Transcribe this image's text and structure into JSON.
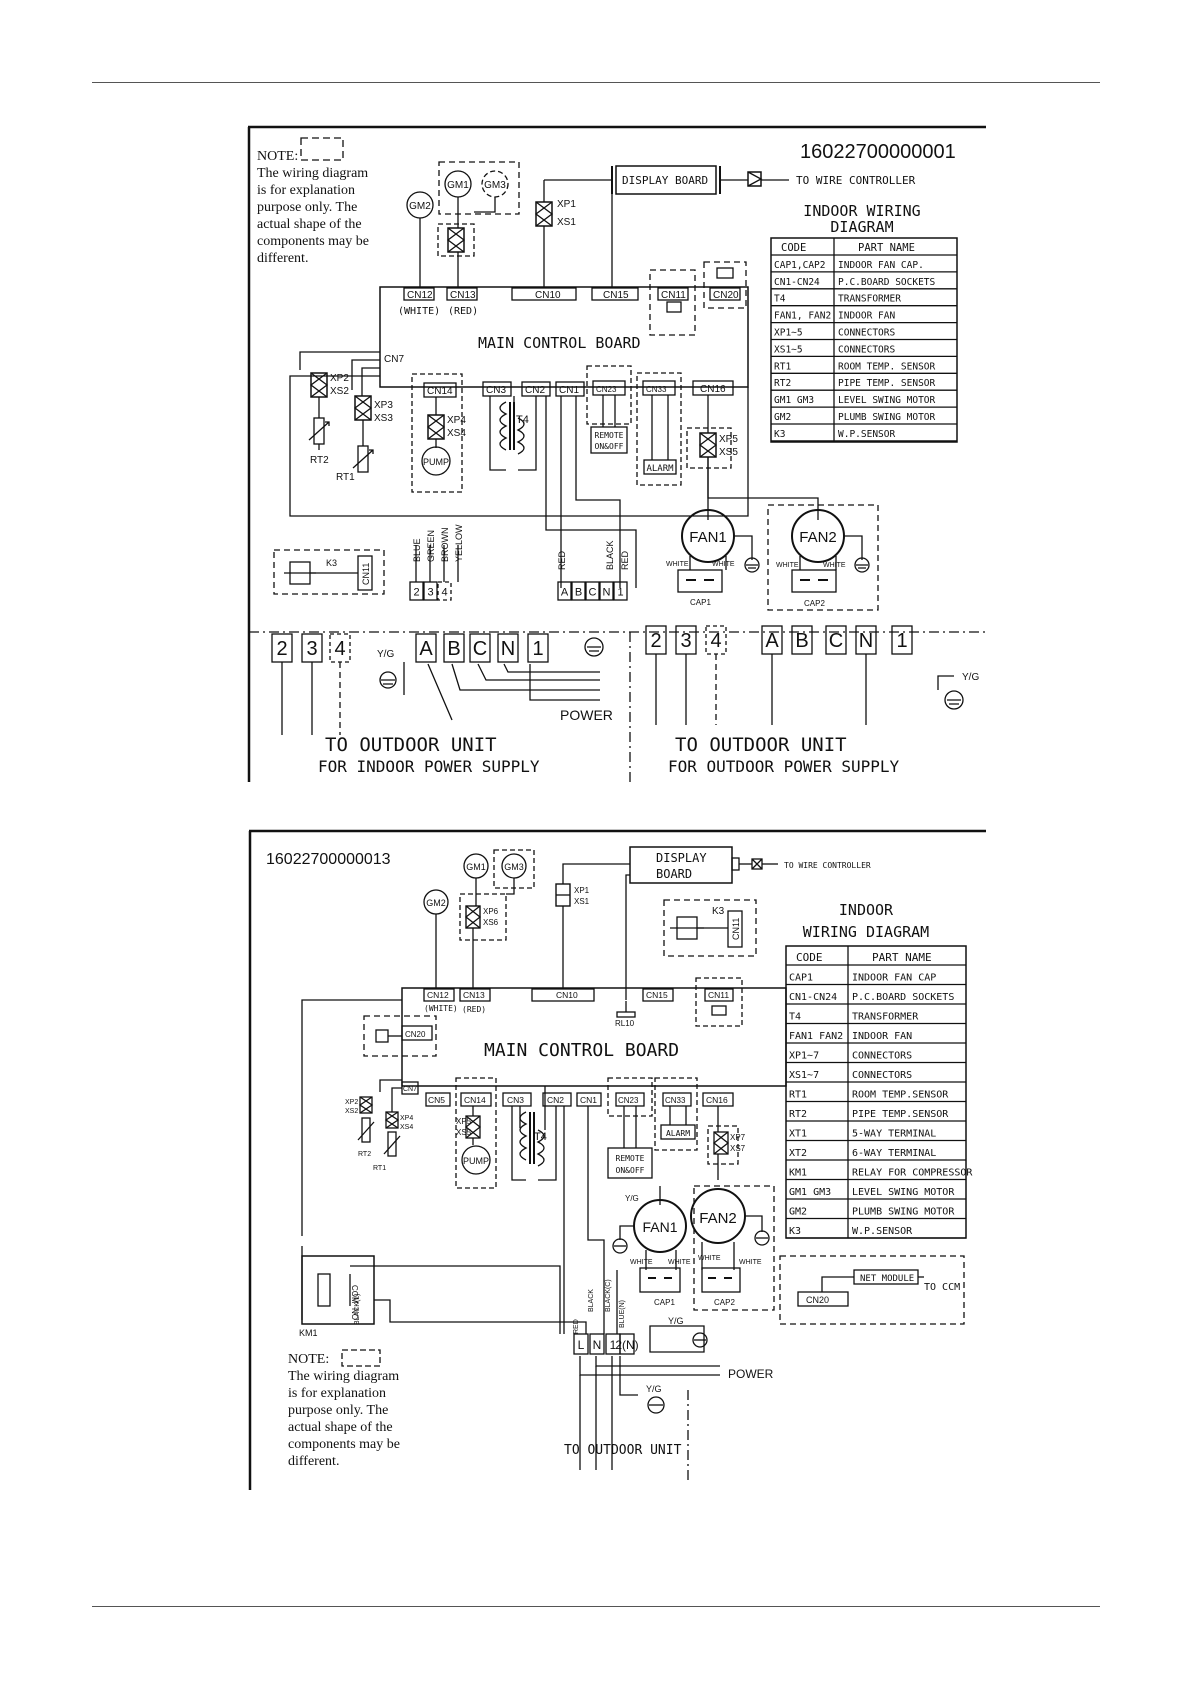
{
  "diagram1": {
    "serial": "16022700000001",
    "note": [
      "NOTE:",
      "The wiring diagram",
      "is for explanation",
      "purpose only. The",
      "actual shape of the",
      "components may be",
      "different."
    ],
    "title": [
      "INDOOR WIRING",
      "DIAGRAM"
    ],
    "display_board": "DISPLAY BOARD",
    "to_wire_controller": "TO WIRE CONTROLLER",
    "main_board": "MAIN CONTROL BOARD",
    "motors": {
      "gm1": "GM1",
      "gm2": "GM2",
      "gm3": "GM3"
    },
    "connectors": {
      "cn12": "CN12",
      "cn13": "CN13",
      "cn10": "CN10",
      "cn15": "CN15",
      "cn11": "CN11",
      "cn20": "CN20",
      "cn7": "CN7",
      "cn14": "CN14",
      "cn3": "CN3",
      "cn2": "CN2",
      "cn1": "CN1",
      "cn23": "CN23",
      "cn33": "CN33",
      "cn16": "CN16",
      "cn11b": "CN11"
    },
    "white": "(WHITE)",
    "red": "(RED)",
    "xp1": "XP1",
    "xs1": "XS1",
    "xp2": "XP2",
    "xs2": "XS2",
    "xp3": "XP3",
    "xs3": "XS3",
    "xp4": "XP4",
    "xs4": "XS4",
    "xp5": "XP5",
    "xs5": "XS5",
    "rt1": "RT1",
    "rt2": "RT2",
    "t4": "T4",
    "k3": "K3",
    "pump": "PUMP",
    "remote": [
      "REMOTE",
      "ON&OFF"
    ],
    "alarm": "ALARM",
    "fan1": "FAN1",
    "fan2": "FAN2",
    "cap1": "CAP1",
    "cap2": "CAP2",
    "white_lbl": "WHITE",
    "wires": [
      "BLUE",
      "GREEN",
      "BROWN",
      "YELLOW",
      "RED",
      "BLACK",
      "RED"
    ],
    "terms_small": [
      "2",
      "3",
      "4",
      "A",
      "B",
      "C",
      "N",
      "1"
    ],
    "terms_big_left": [
      "2",
      "3",
      "4",
      "A",
      "B",
      "C",
      "N",
      "1"
    ],
    "terms_big_right": [
      "2",
      "3",
      "4",
      "A",
      "B",
      "C",
      "N",
      "1"
    ],
    "yg": "Y/G",
    "power": "POWER",
    "to_outdoor": "TO OUTDOOR UNIT",
    "for_indoor": "FOR INDOOR POWER SUPPLY",
    "for_outdoor": "FOR OUTDOOR POWER SUPPLY",
    "table": {
      "head": [
        "CODE",
        "PART NAME"
      ],
      "rows": [
        [
          "CAP1,CAP2",
          "INDOOR FAN CAP."
        ],
        [
          "CN1-CN24",
          "P.C.BOARD SOCKETS"
        ],
        [
          "T4",
          "TRANSFORMER"
        ],
        [
          "FAN1, FAN2",
          "INDOOR FAN"
        ],
        [
          "XP1~5",
          "CONNECTORS"
        ],
        [
          "XS1~5",
          "CONNECTORS"
        ],
        [
          "RT1",
          "ROOM TEMP. SENSOR"
        ],
        [
          "RT2",
          "PIPE TEMP. SENSOR"
        ],
        [
          "GM1 GM3",
          "LEVEL SWING MOTOR"
        ],
        [
          "GM2",
          "PLUMB SWING MOTOR"
        ],
        [
          "K3",
          "W.P.SENSOR"
        ]
      ]
    }
  },
  "diagram2": {
    "serial": "16022700000013",
    "note": [
      "NOTE:",
      "The wiring diagram",
      "is for explanation",
      "purpose only. The",
      "actual shape of the",
      "components may be",
      "different."
    ],
    "title": [
      "INDOOR",
      "WIRING DIAGRAM"
    ],
    "display_board": [
      "DISPLAY",
      "BOARD"
    ],
    "to_wire_controller": "TO WIRE CONTROLLER",
    "main_board": "MAIN CONTROL BOARD",
    "motors": {
      "gm1": "GM1",
      "gm2": "GM2",
      "gm3": "GM3"
    },
    "connectors": {
      "cn12": "CN12",
      "cn13": "CN13",
      "cn10": "CN10",
      "cn15": "CN15",
      "cn11": "CN11",
      "cn20": "CN20",
      "cn7": "CN7",
      "cn5": "CN5",
      "cn14": "CN14",
      "cn3": "CN3",
      "cn2": "CN2",
      "cn1": "CN1",
      "cn23": "CN23",
      "cn33": "CN33",
      "cn16": "CN16",
      "cn11b": "CN11",
      "cn20b": "CN20"
    },
    "white": "(WHITE)",
    "red": "(RED)",
    "rl10": "RL10",
    "xp1": "XP1",
    "xs1": "XS1",
    "xp6": "XP6",
    "xs6": "XS6",
    "xp2": "XP2",
    "xs2": "XS2",
    "xp4": "XP4",
    "xs4": "XS4",
    "xp5": "XP5",
    "xs5": "XS5",
    "xp7": "XP7",
    "xs7": "XS7",
    "rt1": "RT1",
    "rt2": "RT2",
    "t4": "T4",
    "k3": "K3",
    "pump": "PUMP",
    "remote": [
      "REMOTE",
      "ON&OFF"
    ],
    "alarm": "ALARM",
    "fan1": "FAN1",
    "fan2": "FAN2",
    "cap1": "CAP1",
    "cap2": "CAP2",
    "white_lbl": "WHITE",
    "whi_lbl": "WHITE",
    "km1": "KM1",
    "com": "COM",
    "no": "NO",
    "black_l": "BLACK(L)",
    "wires": [
      "RED",
      "BLACK",
      "BLACK(C)",
      "BLUE(N)"
    ],
    "terms": [
      "L",
      "N",
      "1",
      "2(N)"
    ],
    "yg": "Y/G",
    "power": "POWER",
    "net_module": "NET MODULE",
    "to_ccm": "TO CCM",
    "to_outdoor": "TO OUTDOOR UNIT",
    "table": {
      "head": [
        "CODE",
        "PART NAME"
      ],
      "rows": [
        [
          "CAP1",
          "INDOOR FAN CAP"
        ],
        [
          "CN1-CN24",
          "P.C.BOARD SOCKETS"
        ],
        [
          "T4",
          "TRANSFORMER"
        ],
        [
          "FAN1 FAN2",
          "INDOOR FAN"
        ],
        [
          "XP1~7",
          "CONNECTORS"
        ],
        [
          "XS1~7",
          "CONNECTORS"
        ],
        [
          "RT1",
          "ROOM TEMP.SENSOR"
        ],
        [
          "RT2",
          "PIPE TEMP.SENSOR"
        ],
        [
          "XT1",
          "5-WAY TERMINAL"
        ],
        [
          "XT2",
          "6-WAY TERMINAL"
        ],
        [
          "KM1",
          "RELAY FOR COMPRESSOR"
        ],
        [
          "GM1 GM3",
          "LEVEL SWING MOTOR"
        ],
        [
          "GM2",
          "PLUMB SWING MOTOR"
        ],
        [
          "K3",
          "W.P.SENSOR"
        ]
      ]
    }
  }
}
